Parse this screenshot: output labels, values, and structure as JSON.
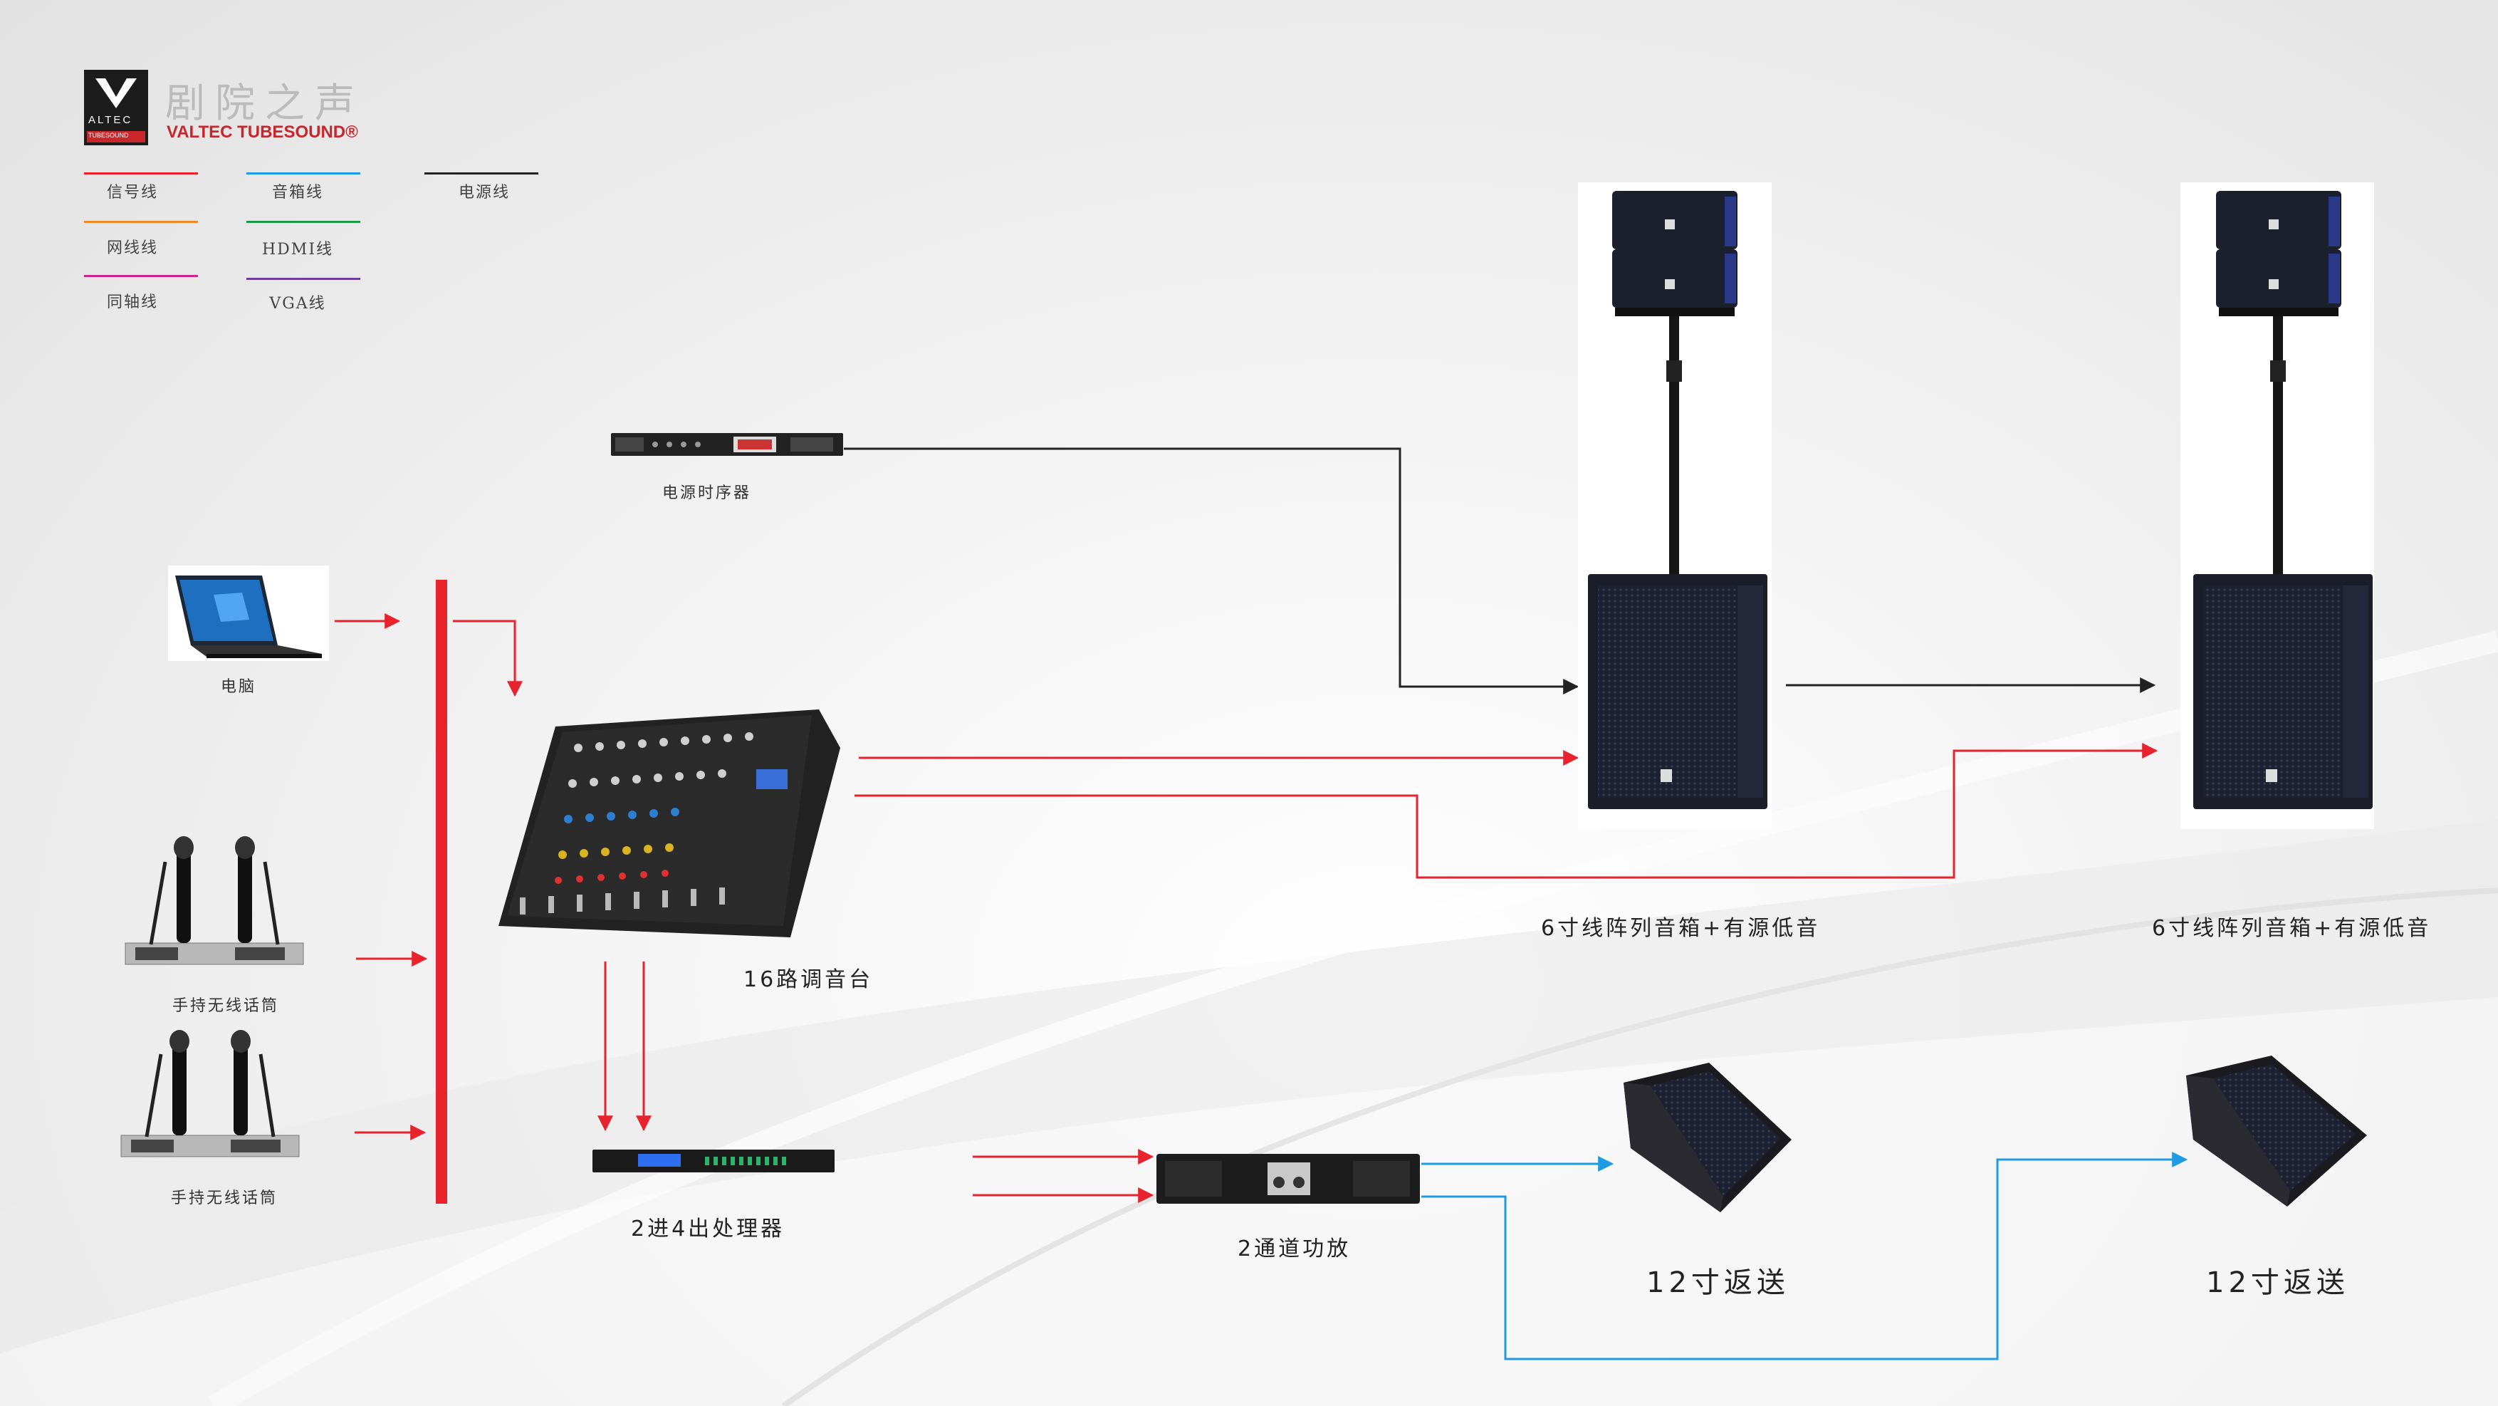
{
  "brand": {
    "logo_text_top": "ALTEC",
    "logo_text_bottom": "TUBESOUND",
    "name_cn": "剧院之声",
    "name_en": "VALTEC TUBESOUND®"
  },
  "legend": [
    {
      "label": "信号线",
      "color": "#e8232d"
    },
    {
      "label": "音箱线",
      "color": "#1e9be2"
    },
    {
      "label": "电源线",
      "color": "#222222"
    },
    {
      "label": "网线线",
      "color": "#f08a24"
    },
    {
      "label": "HDMI线",
      "color": "#1a9a4a"
    },
    {
      "label": "同轴线",
      "color": "#c8268a"
    },
    {
      "label": "VGA线",
      "color": "#6a3fa0"
    }
  ],
  "devices": {
    "power_sequencer": "电源时序器",
    "computer": "电脑",
    "mic1": "手持无线话筒",
    "mic2": "手持无线话筒",
    "mixer": "16路调音台",
    "processor": "2进4出处理器",
    "amplifier": "2通道功放",
    "speaker_left": "6寸线阵列音箱+有源低音",
    "speaker_right": "6寸线阵列音箱+有源低音",
    "monitor_left": "12寸返送",
    "monitor_right": "12寸返送"
  },
  "colors": {
    "signal": "#e8232d",
    "speaker": "#1e9be2",
    "power": "#222222"
  }
}
